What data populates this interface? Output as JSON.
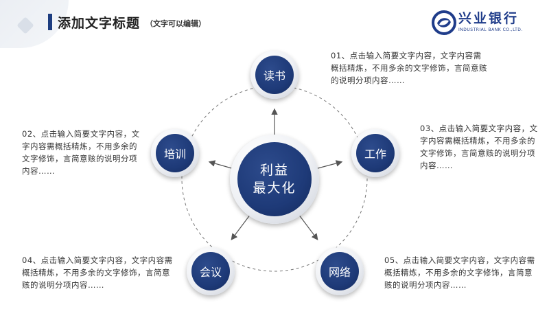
{
  "header": {
    "title": "添加文字标题",
    "subtitle": "（文字可以编辑）"
  },
  "logo": {
    "name": "兴业银行",
    "english": "INDUSTRIAL BANK CO.,LTD."
  },
  "diagram": {
    "center": {
      "line1": "利益",
      "line2": "最大化"
    },
    "nodes": [
      {
        "label": "读书"
      },
      {
        "label": "培训"
      },
      {
        "label": "工作"
      },
      {
        "label": "会议"
      },
      {
        "label": "网络"
      }
    ],
    "descriptions": [
      {
        "text": "01、点击输入简要文字内容，文字内容需概括精炼，不用多余的文字修饰，言简意赅的说明分项内容……"
      },
      {
        "text": "02、点击输入简要文字内容，文字内容需概括精炼，不用多余的文字修饰，言简意赅的说明分项内容……"
      },
      {
        "text": "03、点击输入简要文字内容，文字内容需概括精炼，不用多余的文字修饰，言简意赅的说明分项内容……"
      },
      {
        "text": "04、点击输入简要文字内容，文字内容需概括精炼，不用多余的文字修饰，言简意赅的说明分项内容……"
      },
      {
        "text": "05、点击输入简要文字内容，文字内容需概括精炼，不用多余的文字修饰，言简意赅的说明分项内容……"
      }
    ]
  },
  "colors": {
    "primary": "#1e3a78",
    "accent_bar": "#1d3d80",
    "text": "#333333"
  }
}
